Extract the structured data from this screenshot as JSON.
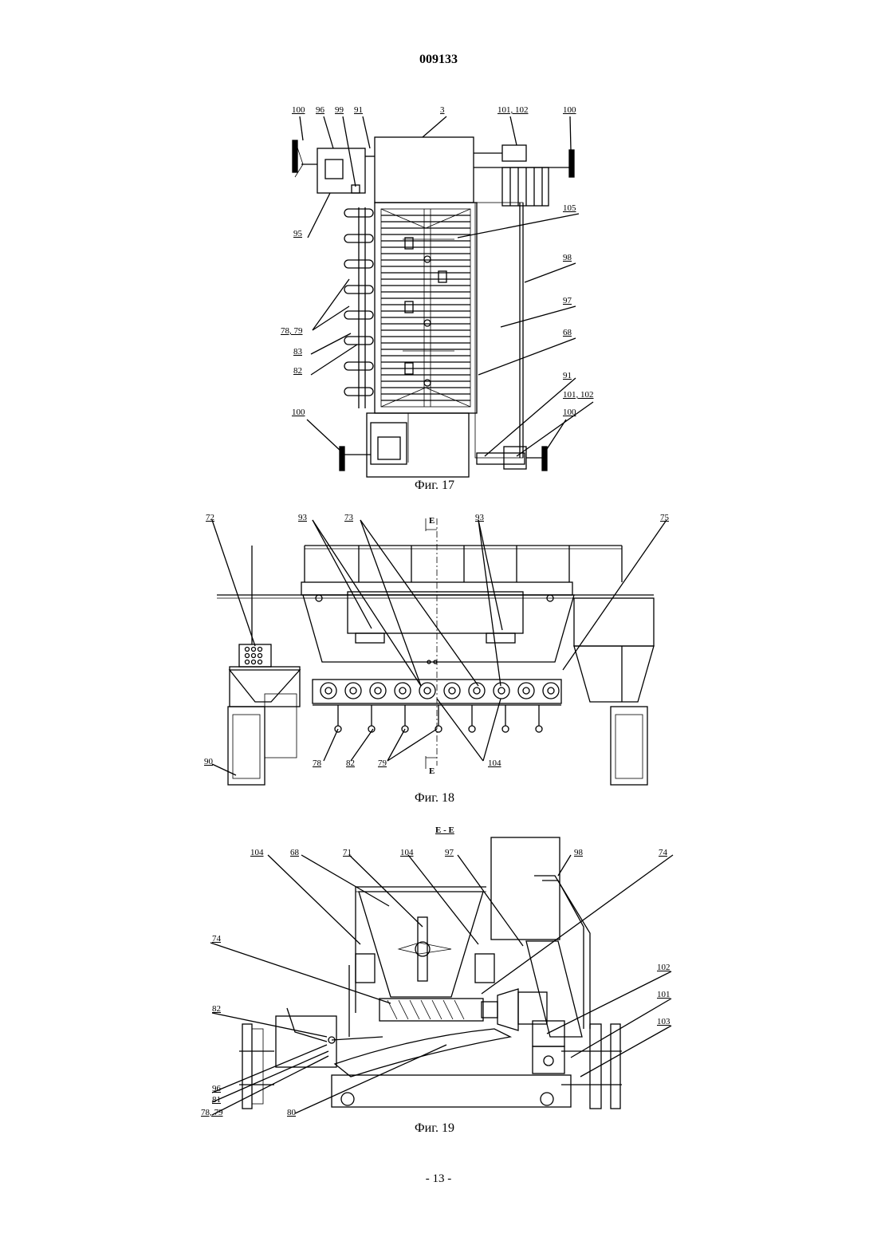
{
  "header": {
    "doc_number": "009133"
  },
  "figures": [
    {
      "caption": "Фиг. 17",
      "labels": [
        "100",
        "96",
        "99",
        "91",
        "3",
        "101, 102",
        "100",
        "105",
        "98",
        "97",
        "68",
        "95",
        "78, 79",
        "83",
        "82",
        "91",
        "101, 102",
        "100",
        "100"
      ]
    },
    {
      "caption": "Фиг. 18",
      "labels": [
        "72",
        "93",
        "73",
        "93",
        "75",
        "Е",
        "Е",
        "90",
        "78",
        "82",
        "79",
        "104"
      ]
    },
    {
      "caption": "Фиг. 19",
      "section": "Е - Е",
      "labels": [
        "104",
        "68",
        "71",
        "104",
        "97",
        "98",
        "74",
        "74",
        "102",
        "101",
        "103",
        "82",
        "96",
        "81",
        "78, 79",
        "80"
      ]
    }
  ],
  "footer": {
    "page_number": "- 13 -"
  }
}
